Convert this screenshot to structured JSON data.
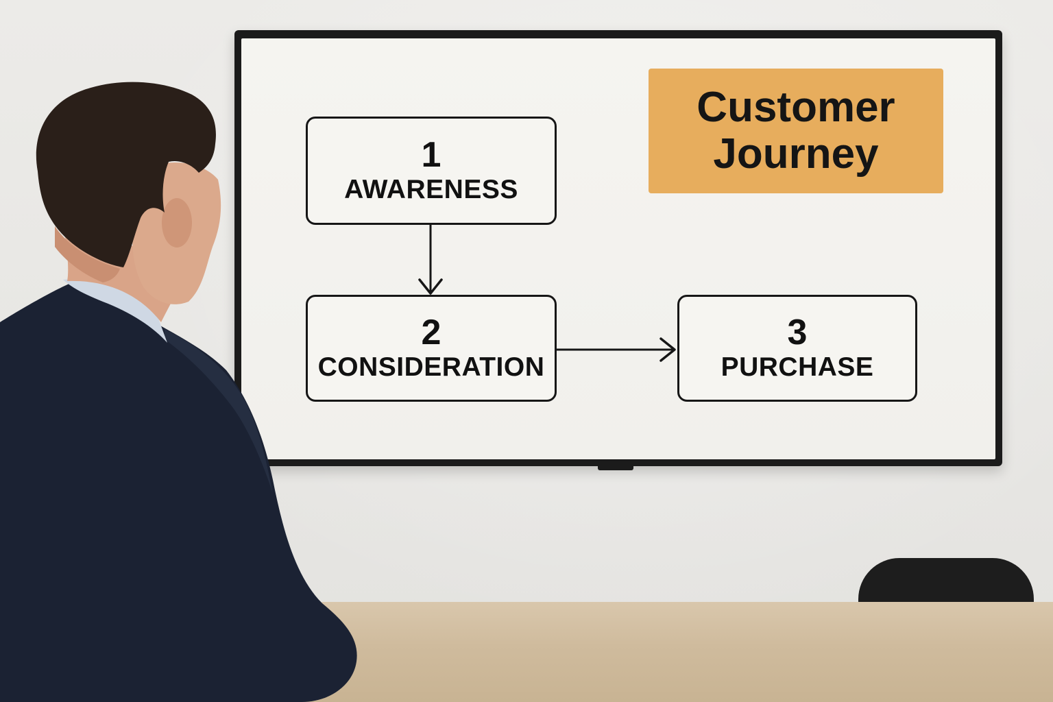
{
  "screen": {
    "title_lines": [
      "Customer",
      "Journey"
    ],
    "steps": [
      {
        "number": "1",
        "label": "AWARENESS"
      },
      {
        "number": "2",
        "label": "CONSIDERATION"
      },
      {
        "number": "3",
        "label": "PURCHASE"
      }
    ]
  },
  "colors": {
    "title_card": "#e7ad5d",
    "ink": "#161616",
    "screen_bg": "#f3f2ee",
    "wall": "#e9e8e5",
    "suit": "#1b2233",
    "table": "#d3c0a2"
  },
  "objects": [
    "wall-mounted-tv",
    "person-in-suit",
    "meeting-table",
    "office-chair"
  ]
}
